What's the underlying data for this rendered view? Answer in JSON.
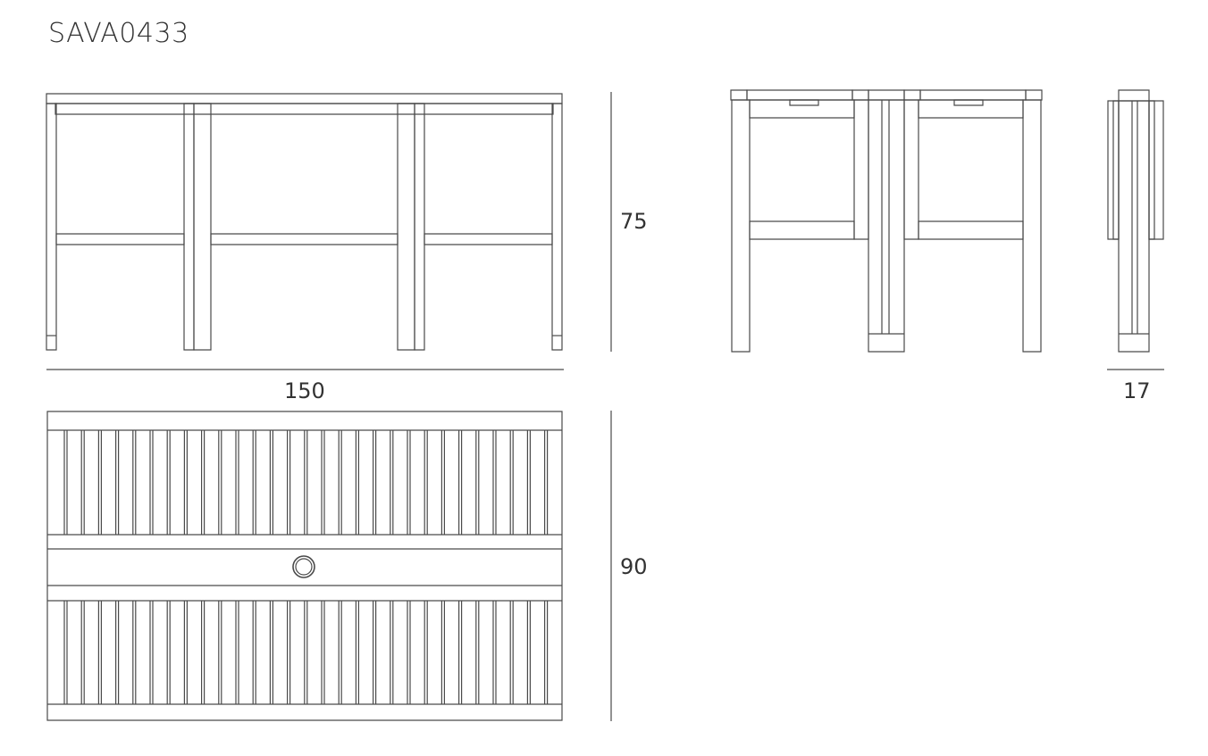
{
  "product_code": "SAVA0433",
  "dimensions": {
    "height": "75",
    "width": "150",
    "depth": "90",
    "folded_depth": "17"
  },
  "colors": {
    "line": "#4a4a4a",
    "text": "#333333",
    "background": "#ffffff"
  }
}
